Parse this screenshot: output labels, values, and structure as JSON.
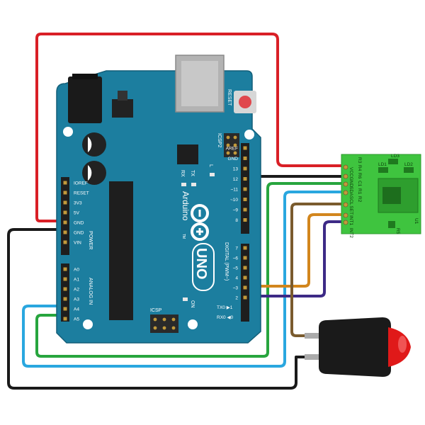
{
  "board": {
    "brand": "Arduino",
    "model": "UNO",
    "tm": "TM",
    "reset_label": "RESET",
    "icsp2_label": "ICSP2",
    "icsp_label": "ICSP",
    "on_label": "ON",
    "l_label": "L",
    "tx_label": "TX",
    "rx_label": "RX",
    "digital_label": "DIGITAL (PWM~)",
    "power_label": "POWER",
    "analog_label": "ANALOG IN",
    "tx0_label": "TX0 ▶1",
    "rx0_label": "RX0 ◀0",
    "left_power_pins": [
      "IOREF",
      "RESET",
      "3V3",
      "5V",
      "GND",
      "GND",
      "VIN"
    ],
    "left_analog_pins": [
      "A0",
      "A1",
      "A2",
      "A3",
      "A4",
      "A5"
    ],
    "right_top_pins": [
      "AREF",
      "GND",
      "13",
      "12",
      "~11",
      "~10",
      "~9",
      "8"
    ],
    "right_bottom_pins": [
      "7",
      "~6",
      "~5",
      "4",
      "~3",
      "2"
    ]
  },
  "module": {
    "top_labels": [
      "R3",
      "R4",
      "R6",
      "C1",
      "R1",
      "R2"
    ],
    "pin_labels": [
      "VCC",
      "GND",
      "SDA",
      "SCL",
      "SET",
      "INT1",
      "INT2"
    ],
    "ld3": "LD3",
    "ld1": "LD1",
    "ld2": "LD2",
    "u1": "U1",
    "r5": "R5"
  },
  "colors": {
    "board": "#1c7e9f",
    "board_edge": "#135f79",
    "module": "#3fc43f",
    "wire_vcc": "#d91f26",
    "wire_gnd": "#1a1a1a",
    "wire_sda": "#27a53e",
    "wire_scl": "#2aa7df",
    "wire_int1": "#d2861d",
    "wire_int2": "#3d2a86",
    "wire_button": "#7a5b2e",
    "button_cap": "#e01919"
  }
}
